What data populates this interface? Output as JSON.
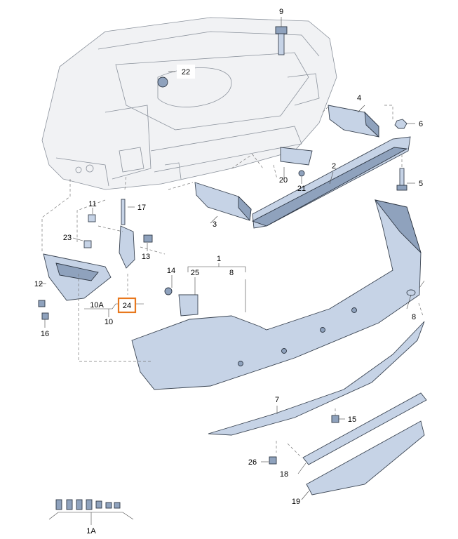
{
  "callouts": {
    "c1": "1",
    "c1A": "1A",
    "c2": "2",
    "c3": "3",
    "c4": "4",
    "c5": "5",
    "c6": "6",
    "c7": "7",
    "c8": "8",
    "c8b": "8",
    "c9": "9",
    "c10": "10",
    "c10A": "10A",
    "c11": "11",
    "c12": "12",
    "c13": "13",
    "c14": "14",
    "c15": "15",
    "c16": "16",
    "c17": "17",
    "c18": "18",
    "c19": "19",
    "c20": "20",
    "c21": "21",
    "c22": "22",
    "c23": "23",
    "c24": "24",
    "c25": "25",
    "c26": "26"
  },
  "highlighted_part": "24",
  "colors": {
    "highlight": "#e8781e",
    "part_fill": "#c6d3e6",
    "part_dark": "#8fa2bd",
    "body_line": "#8b929c"
  }
}
